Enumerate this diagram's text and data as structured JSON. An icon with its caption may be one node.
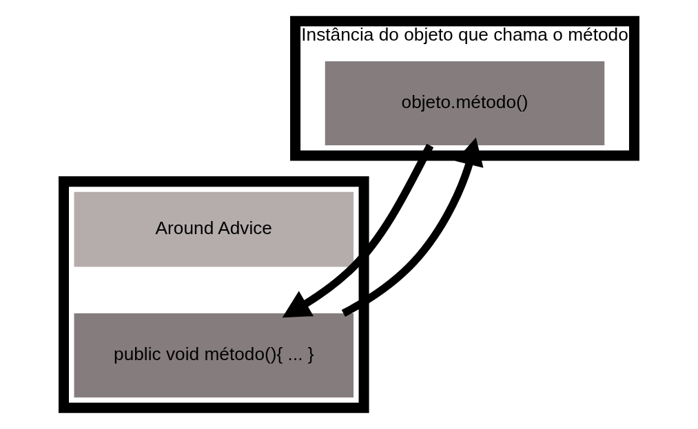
{
  "diagram": {
    "nodes": [
      {
        "text": [
          "Instância do objeto que chama o método"
        ]
      },
      {
        "text": [
          "objeto.método()"
        ],
        "in": 0
      },
      {
        "text": [],
        "shape": "box"
      },
      {
        "text": [
          "Around Advice"
        ],
        "in": 2
      },
      {
        "text": [
          "public void método(){ ... }"
        ],
        "in": 2
      }
    ],
    "edges": [
      {
        "from": 1,
        "to": 4,
        "arrow": "to"
      },
      {
        "from": 4,
        "to": 1,
        "arrow": "to"
      }
    ]
  }
}
